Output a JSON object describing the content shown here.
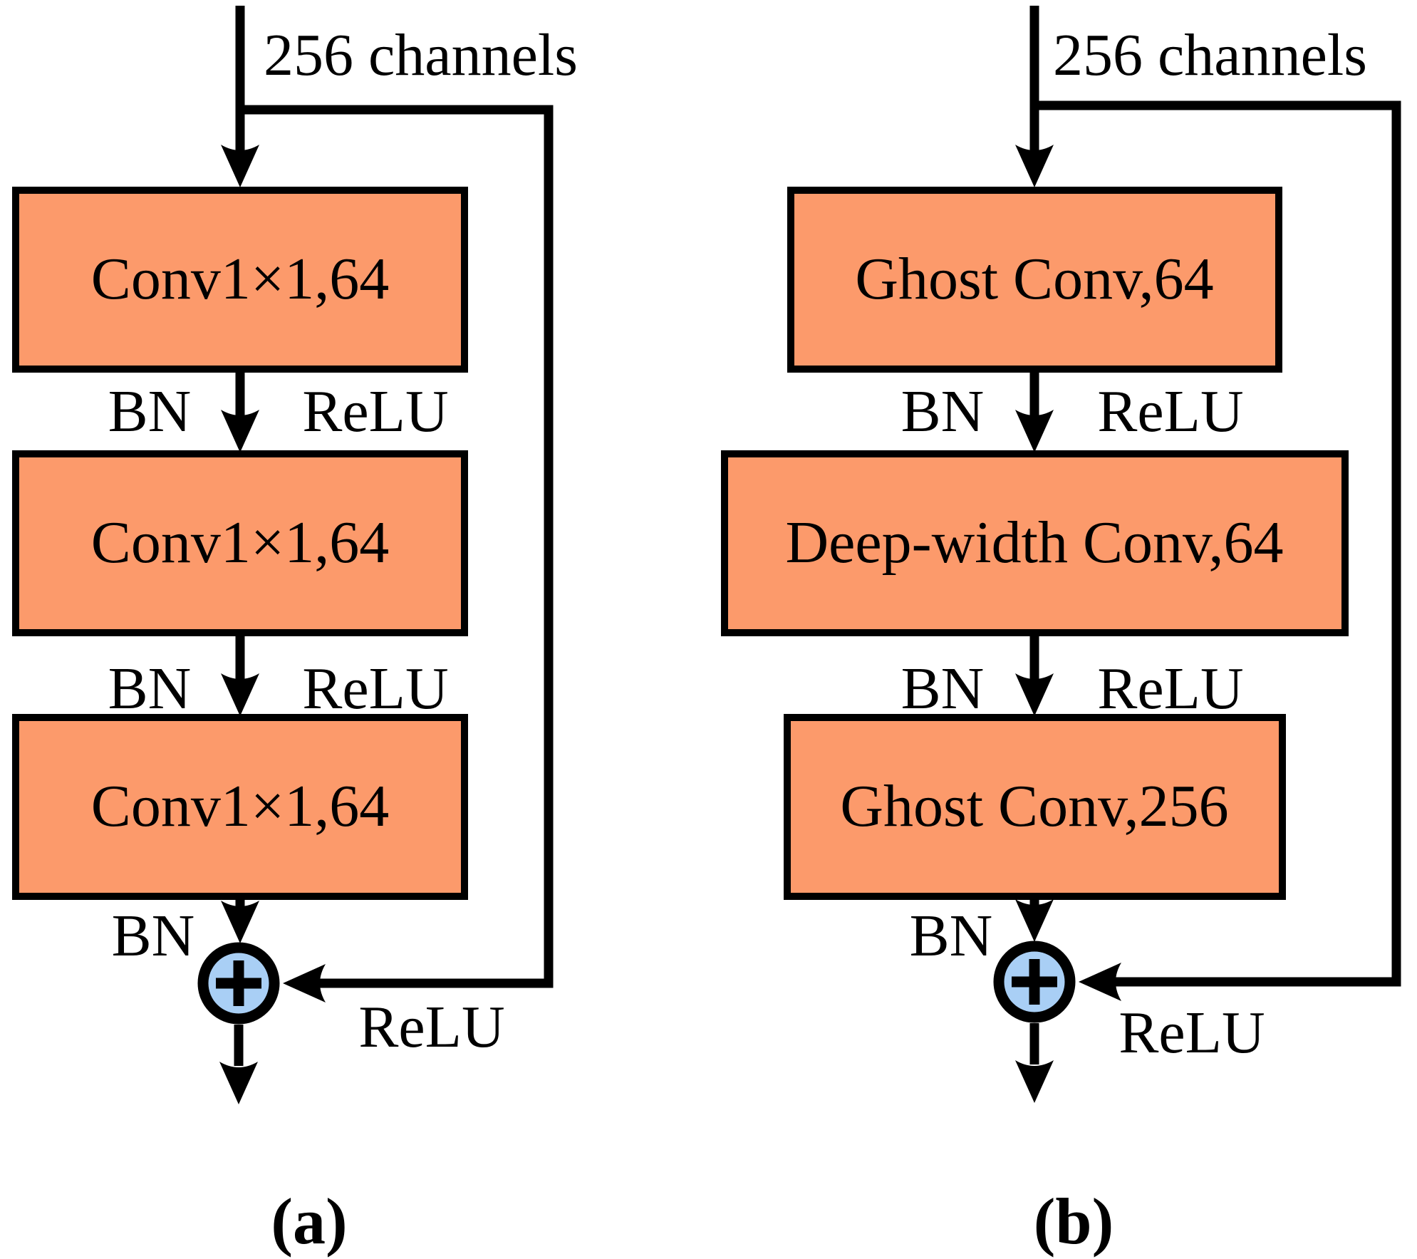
{
  "colors": {
    "box_fill": "#FC9A6B",
    "adder_fill": "#A9CFF5",
    "stroke": "#000000"
  },
  "diagram_a": {
    "input_label": "256 channels",
    "blocks": [
      {
        "label": "Conv1×1,64"
      },
      {
        "label": "Conv1×1,64"
      },
      {
        "label": "Conv1×1,64"
      }
    ],
    "bn_relu_rows": [
      {
        "bn": "BN",
        "relu": "ReLU"
      },
      {
        "bn": "BN",
        "relu": "ReLU"
      }
    ],
    "pre_add_bn": "BN",
    "adder_symbol": "+",
    "skip_relu": "ReLU",
    "caption": "(a)"
  },
  "diagram_b": {
    "input_label": "256 channels",
    "blocks": [
      {
        "label": "Ghost Conv,64"
      },
      {
        "label": "Deep-width Conv,64"
      },
      {
        "label": "Ghost Conv,256"
      }
    ],
    "bn_relu_rows": [
      {
        "bn": "BN",
        "relu": "ReLU"
      },
      {
        "bn": "BN",
        "relu": "ReLU"
      }
    ],
    "pre_add_bn": "BN",
    "adder_symbol": "+",
    "skip_relu": "ReLU",
    "caption": "(b)"
  }
}
